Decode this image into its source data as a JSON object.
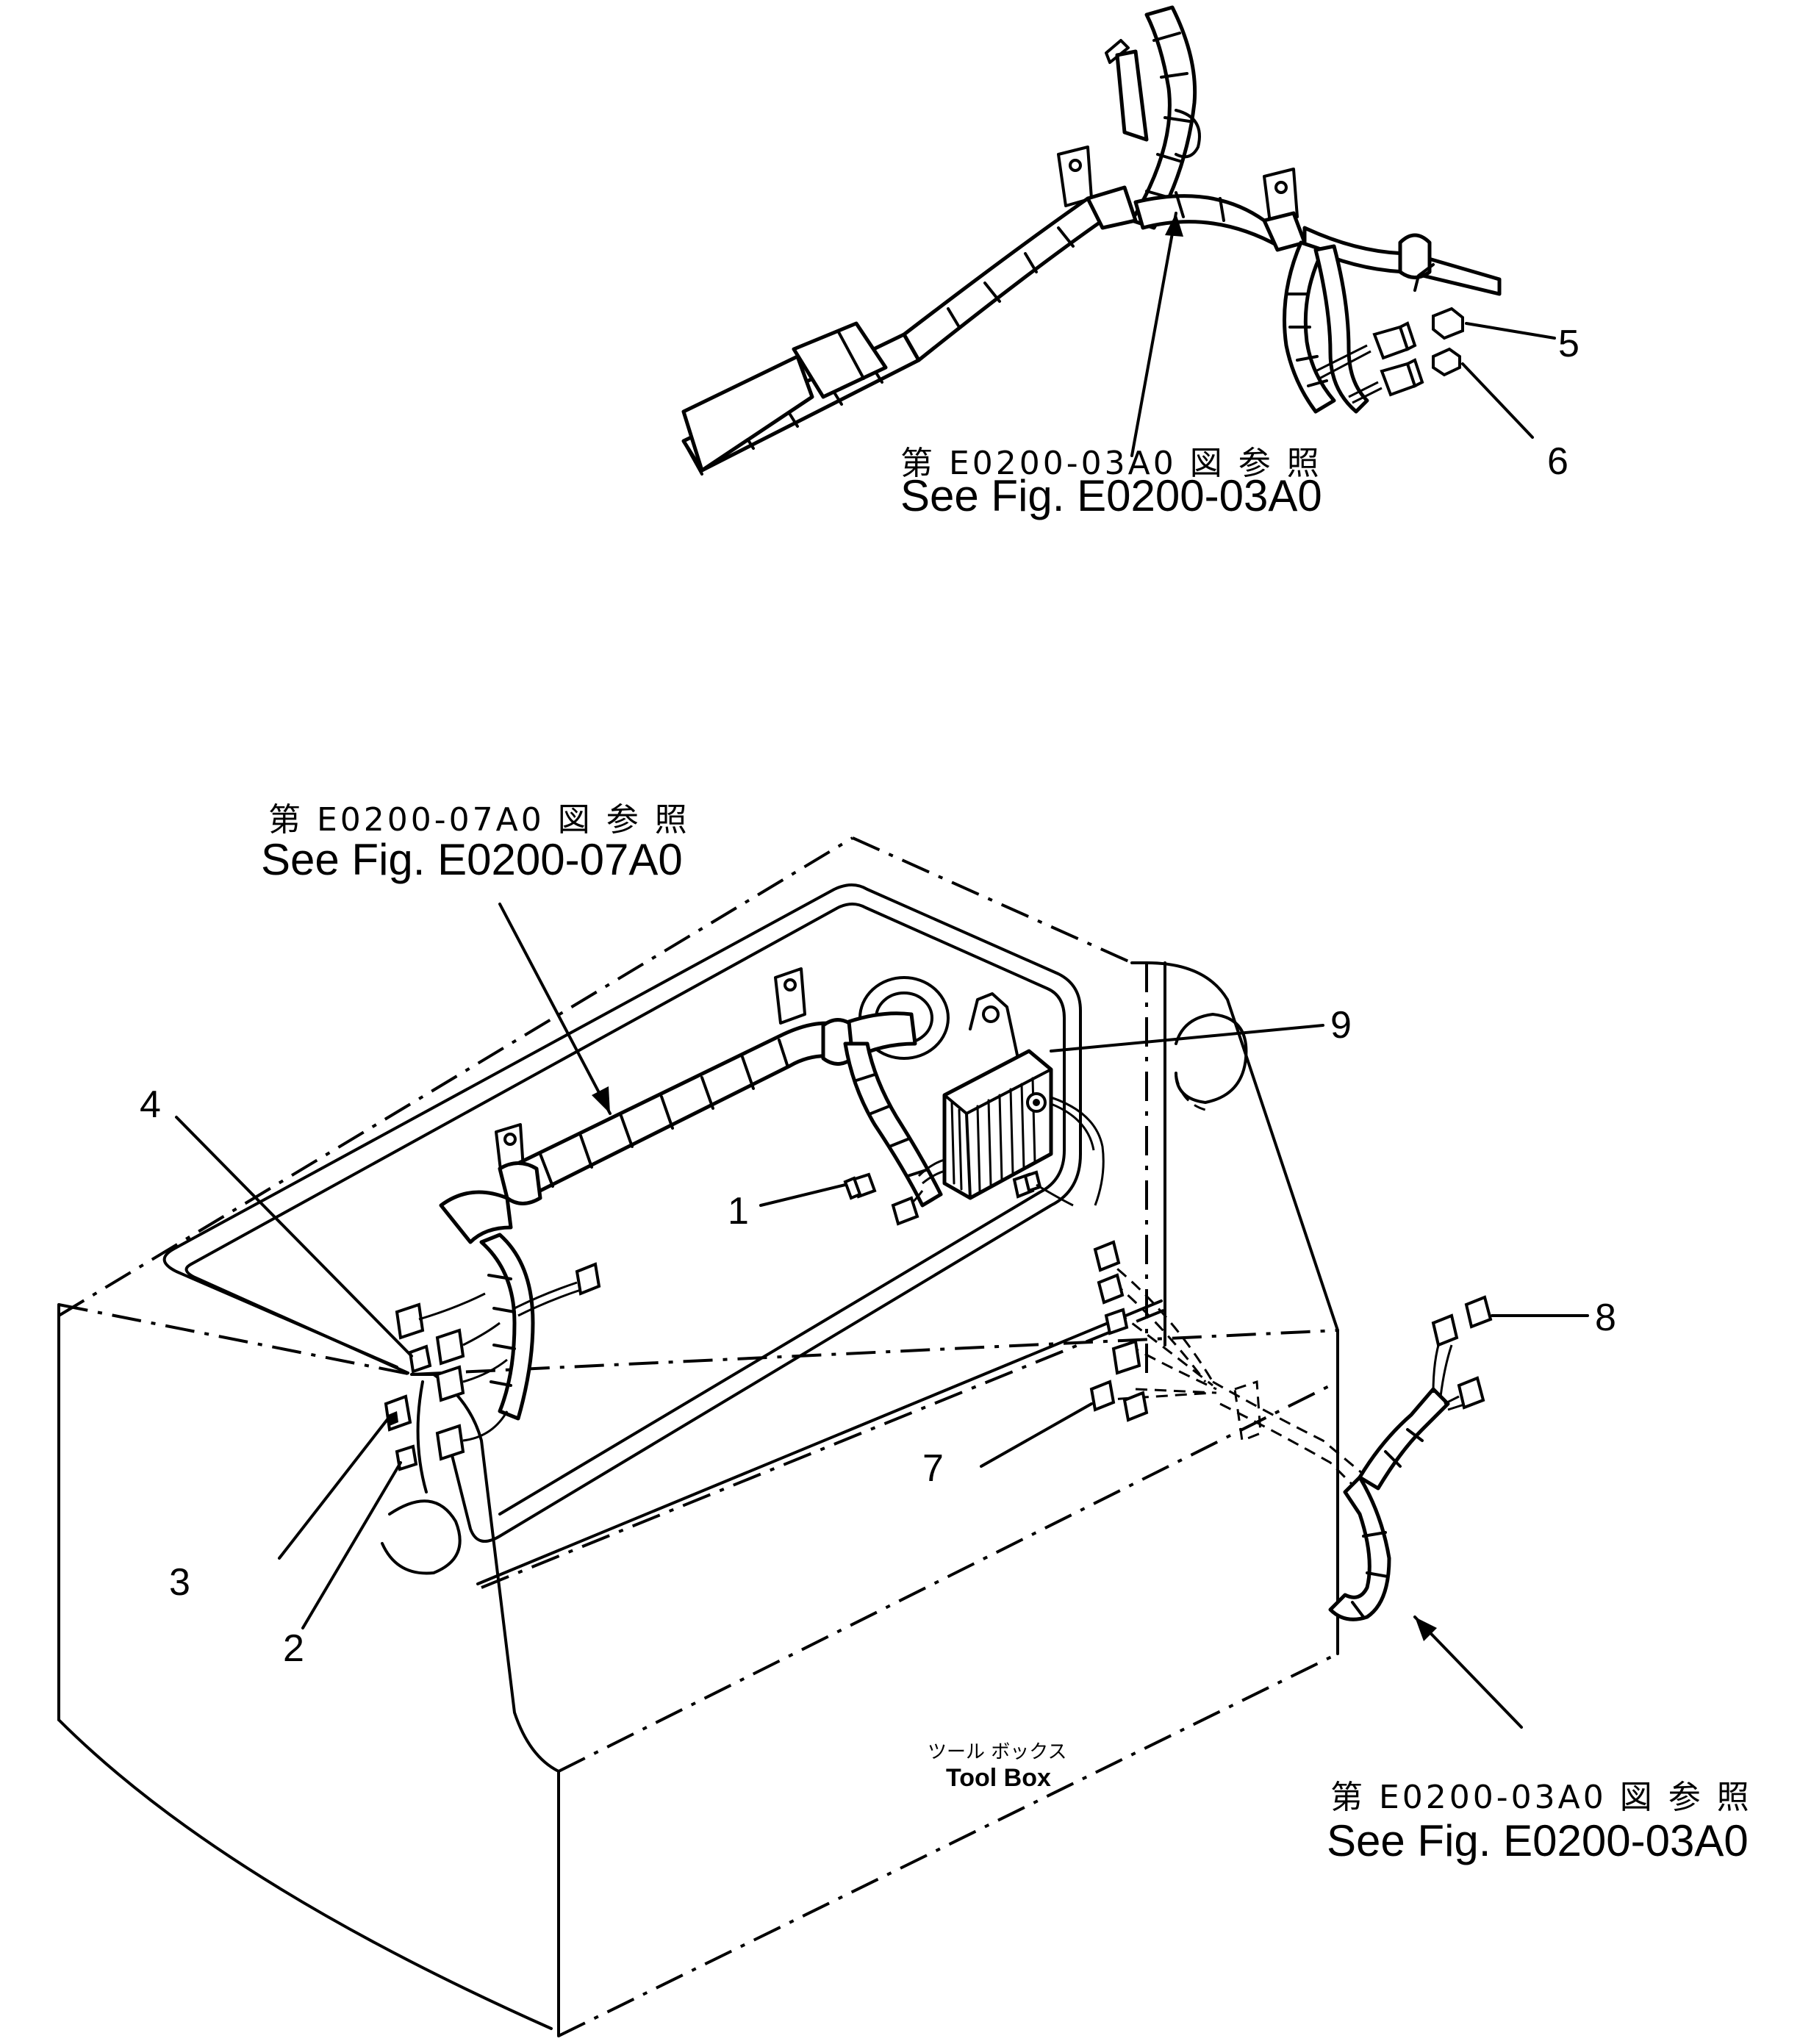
{
  "diagram": {
    "top_reference": {
      "jp": "第 E0200-03A0 図 参 照",
      "en": "See Fig. E0200-03A0"
    },
    "left_reference": {
      "jp": "第 E0200-07A0 図 参 照",
      "en": "See Fig. E0200-07A0"
    },
    "bottom_reference": {
      "jp": "第 E0200-03A0 図 参 照",
      "en": "See Fig. E0200-03A0"
    },
    "tool_box": {
      "jp": "ツール ボックス",
      "en": "Tool Box"
    },
    "part_numbers": [
      "1",
      "2",
      "3",
      "4",
      "5",
      "6",
      "7",
      "8",
      "9"
    ]
  }
}
